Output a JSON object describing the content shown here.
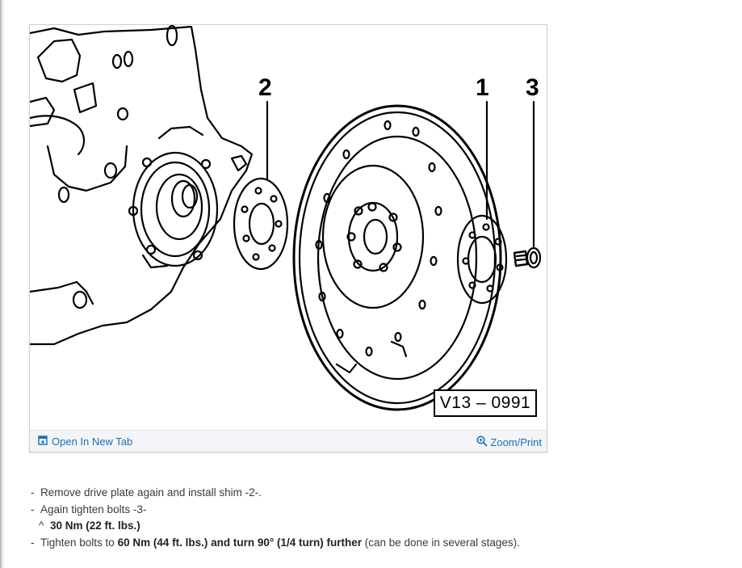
{
  "figure": {
    "callouts": {
      "one": "1",
      "two": "2",
      "three": "3"
    },
    "figure_code": "V13 – 0991",
    "open_tab_label": "Open In New Tab",
    "zoom_print_label": "Zoom/Print",
    "icons": {
      "open_tab": "open-in-new-tab-icon",
      "zoom": "zoom-in-icon"
    }
  },
  "steps": [
    {
      "bullet": "-",
      "text": "Remove drive plate again and install shim -2-."
    },
    {
      "bullet": "-",
      "text": "Again tighten bolts -3-"
    },
    {
      "bullet": "^",
      "bold": "30 Nm (22 ft. lbs.)"
    },
    {
      "bullet": "-",
      "prefix": "Tighten bolts to ",
      "bold1": "60 Nm (44 ft. lbs.)",
      "mid": " and turn 90° (1/4 turn) further",
      "suffix": " (can be done in several stages)."
    }
  ],
  "colors": {
    "link": "#1b6fb3",
    "bar_bg": "#f2f4f7",
    "text": "#3a3a3a"
  }
}
